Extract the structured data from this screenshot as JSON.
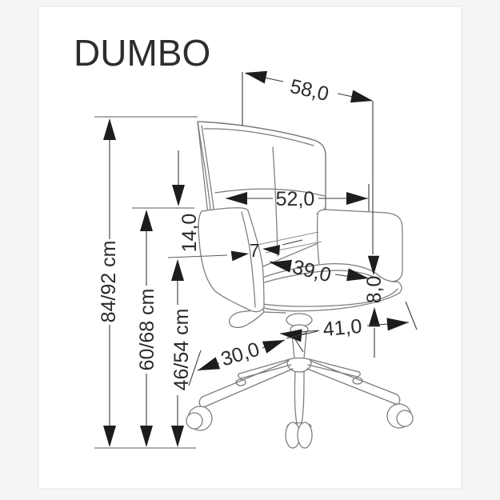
{
  "window": {
    "background": "#f5f5f3",
    "canvas_background": "#ffffff",
    "canvas_border": "#e4e4e1"
  },
  "title": "DUMBO",
  "dimensions": {
    "total_height": "84/92 cm",
    "back_height": "60/68 cm",
    "seat_height": "46/54 cm",
    "top_width": "58,0",
    "backrest_width": "52,0",
    "seat_to_armrest": "14,0",
    "armrest_thickness": "7",
    "seat_depth": "39,0",
    "seat_cushion_thickness": "8,0",
    "seat_width": "41,0",
    "base_leg_reach": "30,0"
  },
  "colors": {
    "drawing_line": "#7b7b7b",
    "dimension_line": "#3a3a3a",
    "arrow_fill": "#1d1d1d",
    "text": "#2b2b2b"
  }
}
